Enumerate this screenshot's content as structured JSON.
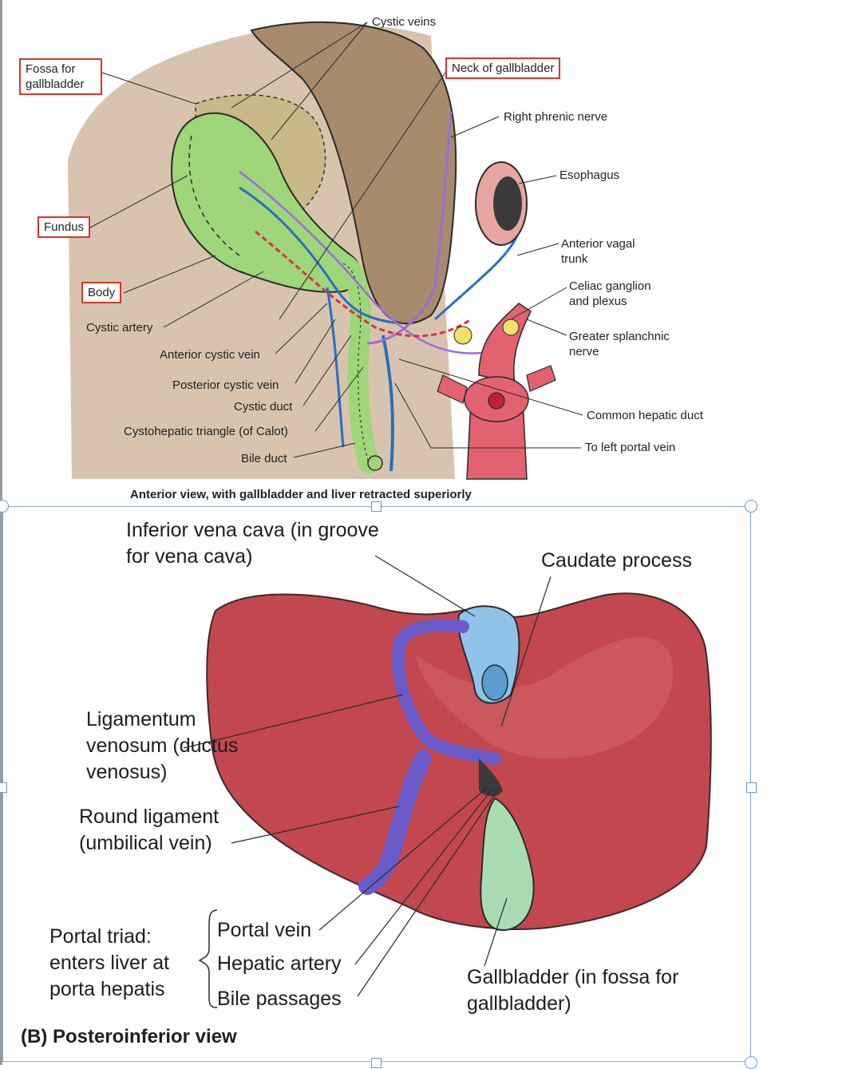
{
  "panel_a": {
    "labels": {
      "cystic_veins": "Cystic veins",
      "fossa": "Fossa for gallbladder",
      "neck": "Neck of gallbladder",
      "phrenic": "Right phrenic nerve",
      "esophagus": "Esophagus",
      "fundus": "Fundus",
      "vagal": "Anterior vagal trunk",
      "body": "Body",
      "celiac": "Celiac ganglion and plexus",
      "cystic_artery": "Cystic artery",
      "splanchnic": "Greater splanchnic nerve",
      "ant_cystic_vein": "Anterior cystic vein",
      "post_cystic_vein": "Posterior cystic vein",
      "cystic_duct": "Cystic duct",
      "common_hepatic": "Common hepatic duct",
      "calot": "Cystohepatic triangle (of Calot)",
      "portal_left": "To left portal vein",
      "bile_duct": "Bile duct"
    },
    "caption": "Anterior view, with gallbladder and liver retracted superiorly"
  },
  "panel_b": {
    "labels": {
      "ivc": "Inferior vena cava (in groove for vena cava)",
      "caudate": "Caudate process",
      "ligamentum": "Ligamentum venosum (ductus venosus)",
      "round": "Round ligament (umbilical vein)",
      "triad": "Portal triad: enters liver at porta hepatis",
      "portal_vein": "Portal vein",
      "hepatic_artery": "Hepatic artery",
      "bile_passages": "Bile passages",
      "gallbladder": "Gallbladder (in fossa for gallbladder)"
    },
    "caption": "(B) Posteroinferior view"
  },
  "colors": {
    "liver_top": "#b89a7c",
    "liver_top_light": "#d9c6b2",
    "gallbladder": "#9fd67a",
    "vein_blue": "#2a6fc0",
    "artery_red": "#d8324a",
    "liver_b": "#c3474f",
    "ivc_blue": "#8fc3ea",
    "ligament_purple": "#6a5ac8",
    "gallbladder_b": "#a9dcb2",
    "label_box": "#d9342b"
  }
}
